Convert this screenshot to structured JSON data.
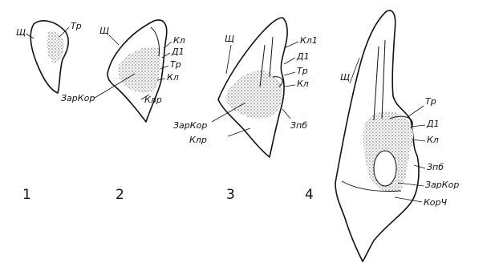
{
  "figures": [
    {
      "number": "1",
      "labels": [
        "Щ",
        "Тр"
      ]
    },
    {
      "number": "2",
      "labels": [
        "Щ",
        "Кл",
        "Д1",
        "Тр",
        "Кл",
        "ЗарКор",
        "Клр"
      ]
    },
    {
      "number": "3",
      "labels": [
        "Щ",
        "Кл1",
        "Д1",
        "Тр",
        "Кл",
        "ЗарКор",
        "Клр",
        "Зпб"
      ]
    },
    {
      "number": "4",
      "labels": [
        "Щ",
        "Тр",
        "Д1",
        "Кл",
        "Зпб",
        "ЗарКор",
        "КорЧ"
      ]
    }
  ]
}
